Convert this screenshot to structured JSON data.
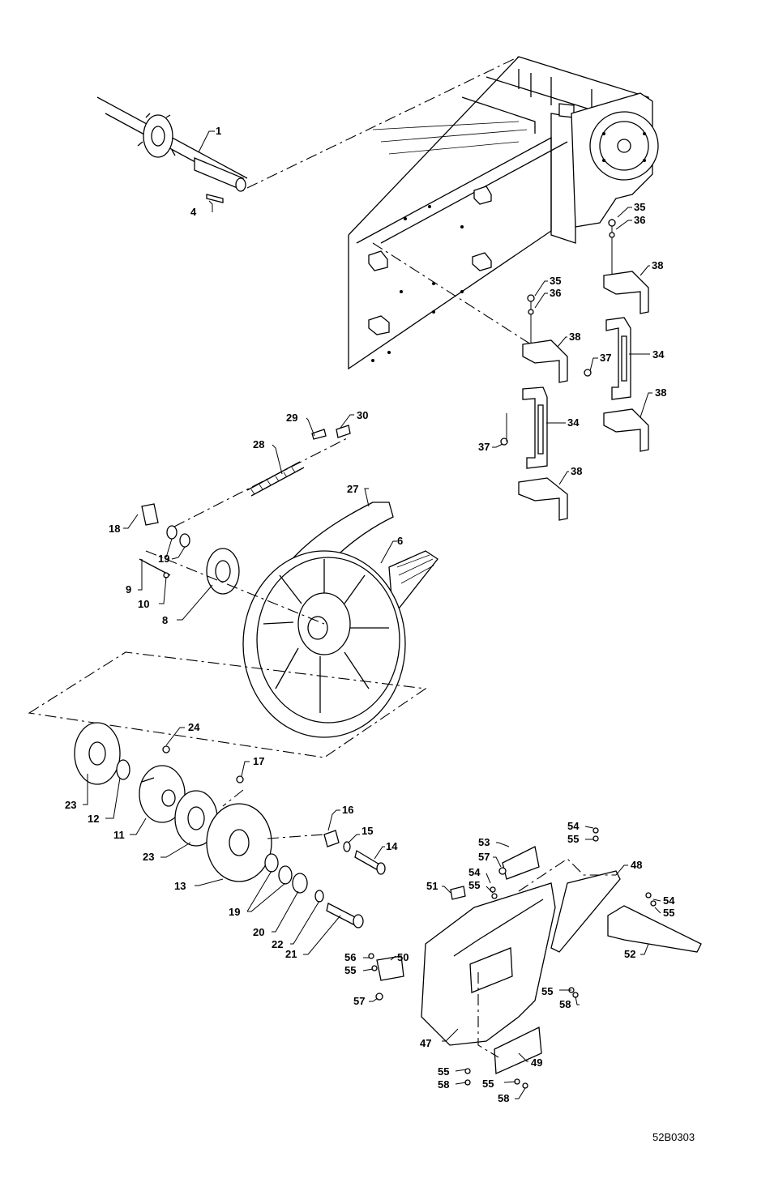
{
  "drawing_code": "52B0303",
  "callouts": [
    "1",
    "4",
    "35",
    "36",
    "38",
    "35",
    "36",
    "38",
    "37",
    "34",
    "29",
    "30",
    "28",
    "37",
    "34",
    "38",
    "27",
    "18",
    "19",
    "9",
    "6",
    "10",
    "8",
    "24",
    "17",
    "23",
    "12",
    "11",
    "23",
    "16",
    "15",
    "14",
    "13",
    "19",
    "20",
    "22",
    "21",
    "53",
    "57",
    "54",
    "55",
    "54",
    "55",
    "48",
    "51",
    "54",
    "55",
    "52",
    "56",
    "55",
    "50",
    "57",
    "55",
    "58",
    "47",
    "49",
    "55",
    "58",
    "55",
    "58"
  ]
}
